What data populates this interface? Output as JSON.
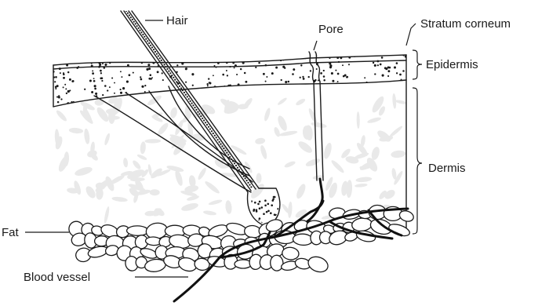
{
  "labels": {
    "hair": "Hair",
    "pore": "Pore",
    "stratum_corneum": "Stratum corneum",
    "epidermis": "Epidermis",
    "dermis": "Dermis",
    "fat": "Fat",
    "blood_vessel": "Blood vessel"
  }
}
